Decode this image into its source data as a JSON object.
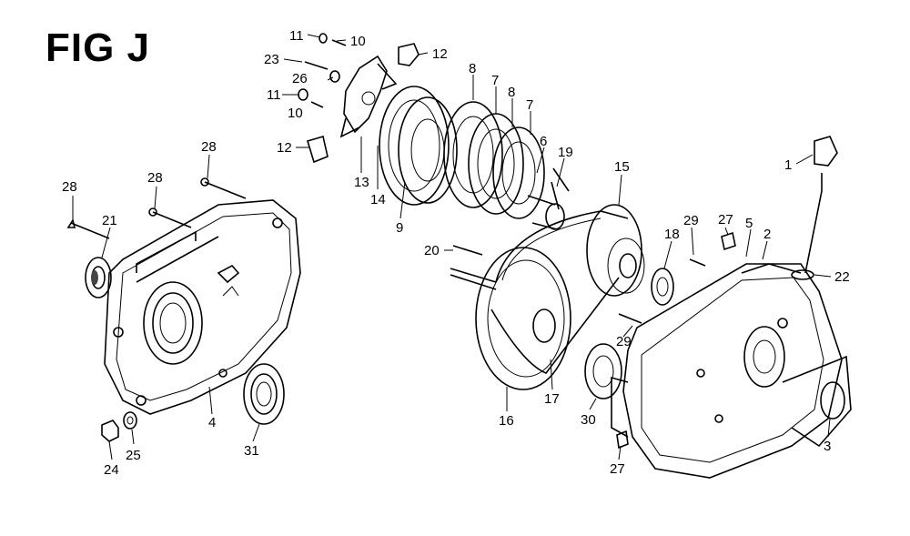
{
  "figure": {
    "title": "FIG J"
  },
  "callouts": [
    {
      "id": "c11a",
      "text": "11"
    },
    {
      "id": "c10a",
      "text": "10"
    },
    {
      "id": "c12a",
      "text": "12"
    },
    {
      "id": "c23",
      "text": "23"
    },
    {
      "id": "c26",
      "text": "26"
    },
    {
      "id": "c11b",
      "text": "11"
    },
    {
      "id": "c10b",
      "text": "10"
    },
    {
      "id": "c8a",
      "text": "8"
    },
    {
      "id": "c7a",
      "text": "7"
    },
    {
      "id": "c8b",
      "text": "8"
    },
    {
      "id": "c7b",
      "text": "7"
    },
    {
      "id": "c6",
      "text": "6"
    },
    {
      "id": "c19",
      "text": "19"
    },
    {
      "id": "c12b",
      "text": "12"
    },
    {
      "id": "c13",
      "text": "13"
    },
    {
      "id": "c14",
      "text": "14"
    },
    {
      "id": "c9",
      "text": "9"
    },
    {
      "id": "c28a",
      "text": "28"
    },
    {
      "id": "c28b",
      "text": "28"
    },
    {
      "id": "c28c",
      "text": "28"
    },
    {
      "id": "c21",
      "text": "21"
    },
    {
      "id": "c15",
      "text": "15"
    },
    {
      "id": "c1",
      "text": "1"
    },
    {
      "id": "c18",
      "text": "18"
    },
    {
      "id": "c29a",
      "text": "29"
    },
    {
      "id": "c27a",
      "text": "27"
    },
    {
      "id": "c5",
      "text": "5"
    },
    {
      "id": "c2",
      "text": "2"
    },
    {
      "id": "c22",
      "text": "22"
    },
    {
      "id": "c20",
      "text": "20"
    },
    {
      "id": "c29b",
      "text": "29"
    },
    {
      "id": "c4",
      "text": "4"
    },
    {
      "id": "c31",
      "text": "31"
    },
    {
      "id": "c24",
      "text": "24"
    },
    {
      "id": "c25",
      "text": "25"
    },
    {
      "id": "c17",
      "text": "17"
    },
    {
      "id": "c16",
      "text": "16"
    },
    {
      "id": "c30",
      "text": "30"
    },
    {
      "id": "c3",
      "text": "3"
    },
    {
      "id": "c27b",
      "text": "27"
    }
  ]
}
